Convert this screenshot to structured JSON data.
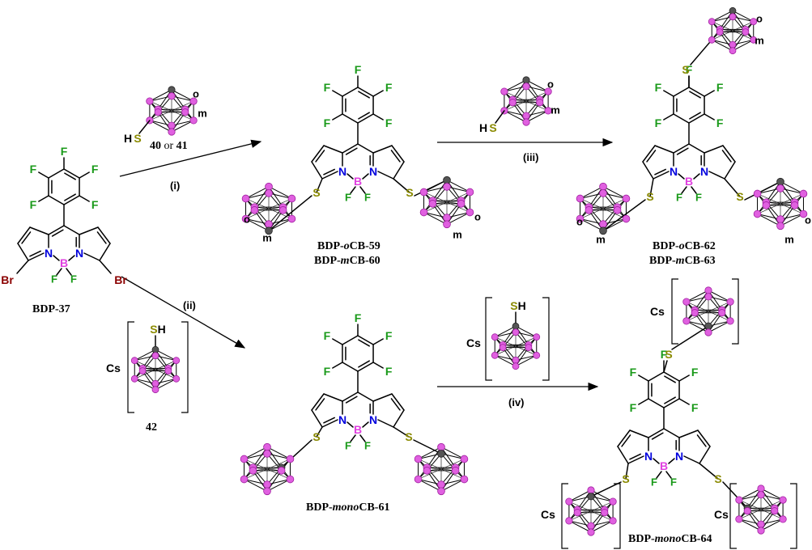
{
  "atoms": {
    "F": "F",
    "Br": "Br",
    "N": "N",
    "B": "B",
    "S": "S",
    "H": "H",
    "SH": "SH",
    "Cs": "Cs",
    "o": "o",
    "m": "m"
  },
  "colors": {
    "fluorine": "#1a9a1a",
    "bromine": "#8b0000",
    "nitrogen": "#0000dd",
    "boron": "#e040e0",
    "sulfur": "#8a8a00",
    "cage_vertex": "#e060e0",
    "cage_carbon": "#555555",
    "bond": "#000000"
  },
  "reagents": {
    "r1_label_a": "40",
    "r1_label_or": "or",
    "r1_label_b": "41",
    "r2_label": "42"
  },
  "conditions": [
    "(i)",
    "(ii)",
    "(iii)",
    "(iv)"
  ],
  "compounds": {
    "start": "BDP-37",
    "p59_pre": "BDP-",
    "p59_it": "o",
    "p59_post": "CB-59",
    "p60_pre": "BDP-",
    "p60_it": "m",
    "p60_post": "CB-60",
    "p61_pre": "BDP-",
    "p61_it": "mono",
    "p61_post": "CB-61",
    "p62_pre": "BDP-",
    "p62_it": "o",
    "p62_post": "CB-62",
    "p63_pre": "BDP-",
    "p63_it": "m",
    "p63_post": "CB-63",
    "p64_pre": "BDP-",
    "p64_it": "mono",
    "p64_post": "CB-64"
  }
}
